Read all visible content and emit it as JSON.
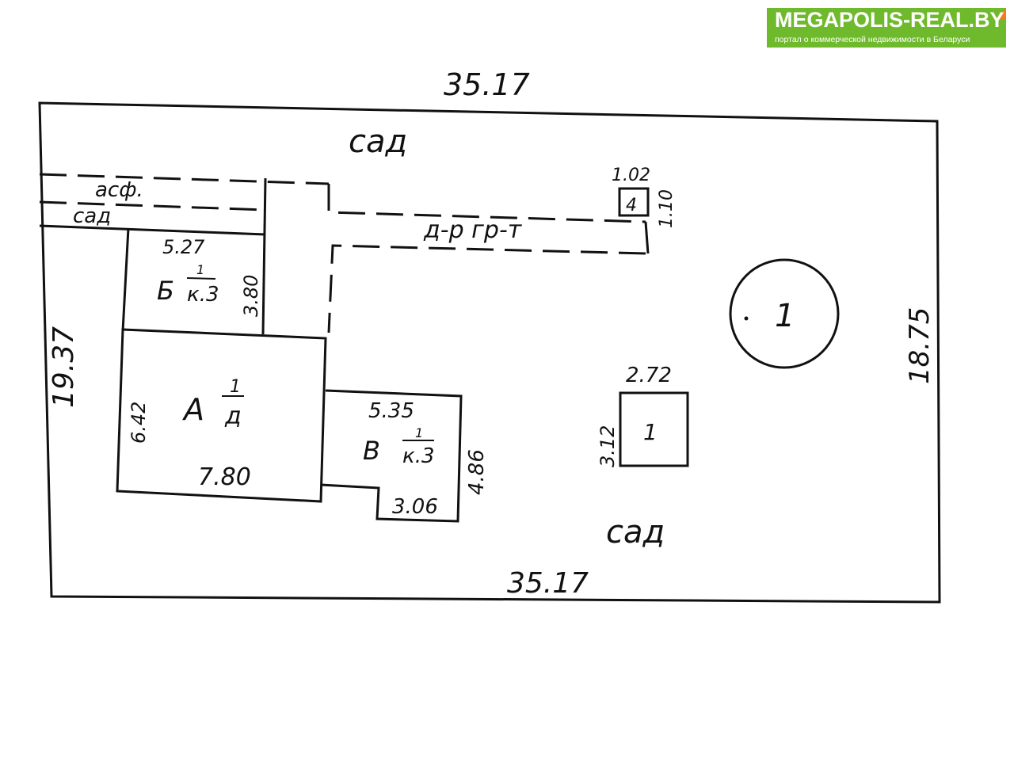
{
  "logo": {
    "title": "MEGAPOLIS-REAL.BY",
    "subtitle": "портал о коммерческой недвижимости в Беларуси",
    "color": "#6fba2c",
    "corner_color": "#f07d1a"
  },
  "plan": {
    "top_length": "35.17",
    "bottom_length": "35.17",
    "left_length": "19.37",
    "right_length": "18.75",
    "garden_top": "сад",
    "garden_bottom": "сад",
    "garden_left": "сад",
    "asphalt": "асф.",
    "driveway": "д-р гр-т",
    "building_b": {
      "width": "5.27",
      "depth": "3.80",
      "letter": "Б",
      "floors": "1",
      "material": "к.3"
    },
    "building_a": {
      "width": "7.80",
      "depth": "6.42",
      "letter": "А",
      "floors": "1",
      "material": "д"
    },
    "building_v": {
      "width": "5.35",
      "depth": "4.86",
      "bottom": "3.06",
      "letter": "В",
      "floors": "1",
      "material": "к.3"
    },
    "structure_4": {
      "width": "1.02",
      "depth": "1.10",
      "label": "4"
    },
    "shed_1": {
      "width": "2.72",
      "depth": "3.12",
      "label": "1"
    },
    "well": {
      "label": "1"
    }
  }
}
